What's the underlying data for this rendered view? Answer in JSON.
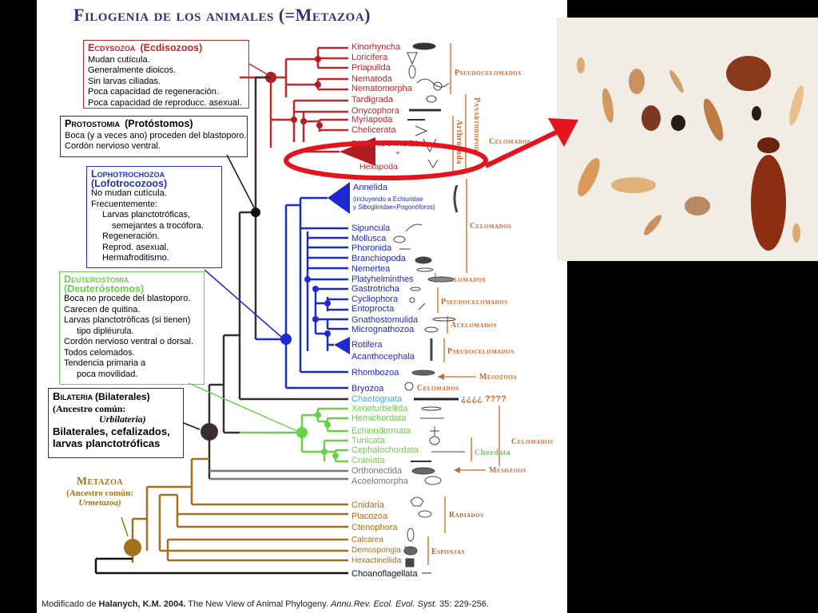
{
  "title": "Filogenia de los animales (=Metazoa)",
  "credit": {
    "prefix": "Modificado de ",
    "author": "Halanych, K.M. 2004.",
    "rest": " The New View of Animal Phylogeny. ",
    "journal": "Annu.Rev. Ecol. Evol. Syst.",
    "pages": " 35: 229-256."
  },
  "boxes": {
    "ecdysozoa": {
      "title": "Ecdysozoa",
      "title2": "(Ecdisozoos)",
      "lines": [
        "Mudan cutícula.",
        "Generalmente dioicos.",
        "Sin larvas ciliadas.",
        "Poca capacidad de regeneración.",
        "Poca capacidad de reproducc. asexual."
      ],
      "color": "#c0282d"
    },
    "protostomia": {
      "title": "Protostomia",
      "title2": "(Protóstomos)",
      "lines": [
        "Boca (y a veces ano) proceden del blastoporo.",
        "Cordón nervioso ventral."
      ],
      "color": "#333333"
    },
    "lophotrochozoa": {
      "title": "Lophotrochozoa",
      "title2": "(Lofotrocozoos)",
      "lines": [
        "No mudan cutícula.",
        "Frecuentemente:",
        "Larvas planctotróficas,",
        "semejantes a trocófora.",
        "Regeneración.",
        "Reprod. asexual.",
        "Hermafroditismo."
      ],
      "color": "#2030c8"
    },
    "deuterostomia": {
      "title": "Deuterostomia",
      "title2": "(Deuteróstomos)",
      "lines": [
        "Boca no procede del blastoporo.",
        "Carecen de quitina.",
        "Larvas planctotróficas (si tienen)",
        "tipo dipléurula.",
        "Cordón nervioso ventral o dorsal.",
        "Todos celomados.",
        "Tendencia primaria a",
        "poca movilidad."
      ],
      "color": "#6ad04a"
    },
    "bilateria": {
      "title": "Bilateria",
      "title2": "(Bilaterales)",
      "lines": [
        "(Ancestro común:",
        "Urbilateria)",
        "Bilaterales, cefalizados,",
        "larvas planctotróficas"
      ],
      "color": "#333333"
    },
    "metazoa": {
      "title": "Metazoa",
      "lines": [
        "(Ancestro común:",
        "Urmetazoa)"
      ],
      "color": "#b07020"
    }
  },
  "taxa": {
    "red": [
      "Kinorhyncha",
      "Loricifera",
      "Priapulida",
      "Nematoda",
      "Nematomorpha",
      "Tardigrada",
      "Onycophora",
      "Myriapoda",
      "Chelicerata",
      "PANCRUSTACEA",
      "Hexapoda"
    ],
    "blue": [
      "Annelida",
      "(incluyendo a Echiuridae",
      "y Siboglinidae=Pogonóforos)",
      "Sipuncula",
      "Mollusca",
      "Phoronida",
      "Branchiopoda",
      "Nemertea",
      "Platyhelminthes",
      "Gastrotricha",
      "Cycliophora",
      "Entoprocta",
      "Gnathostomulida",
      "Micrognathozoa",
      "Rotifera",
      "Acanthocephala",
      "Rhombozoa",
      "Bryozoa"
    ],
    "chaeto": "Chaetognata",
    "chaeto_note": "¿¿¿¿ ????",
    "green": [
      "Xenoturbellida",
      "Hemichordata",
      "Echinodermata",
      "Tunicata",
      "Cephalochordata",
      "Craniata"
    ],
    "grey": [
      "Orthonectida",
      "Acoelomorpha"
    ],
    "brown": [
      "Cnidaria",
      "Placozoa",
      "Ctenophora",
      "Calcarea",
      "Demospongia",
      "Hexactinellida"
    ],
    "black": "Choanoflagellata"
  },
  "groups": {
    "pseudocelomados": "Pseudocelomados",
    "panarthropoda": "Panarthropoda",
    "arthropoda": "Arthropoda",
    "celomados": "Celomados",
    "acelomados": "Acelomados",
    "mesozoos": "Mesozoos",
    "chordata": "Chordata",
    "radiados": "Radiados",
    "esponjas": "Esponjas"
  },
  "colors": {
    "red": "#c0282d",
    "blue": "#1c2ad0",
    "green": "#6ad04a",
    "brown": "#a4701c",
    "grey": "#777777",
    "dark": "#3a2f2f",
    "title": "#3b2a78",
    "accent_orange": "#d0682a",
    "arrow": "#e3141c"
  }
}
